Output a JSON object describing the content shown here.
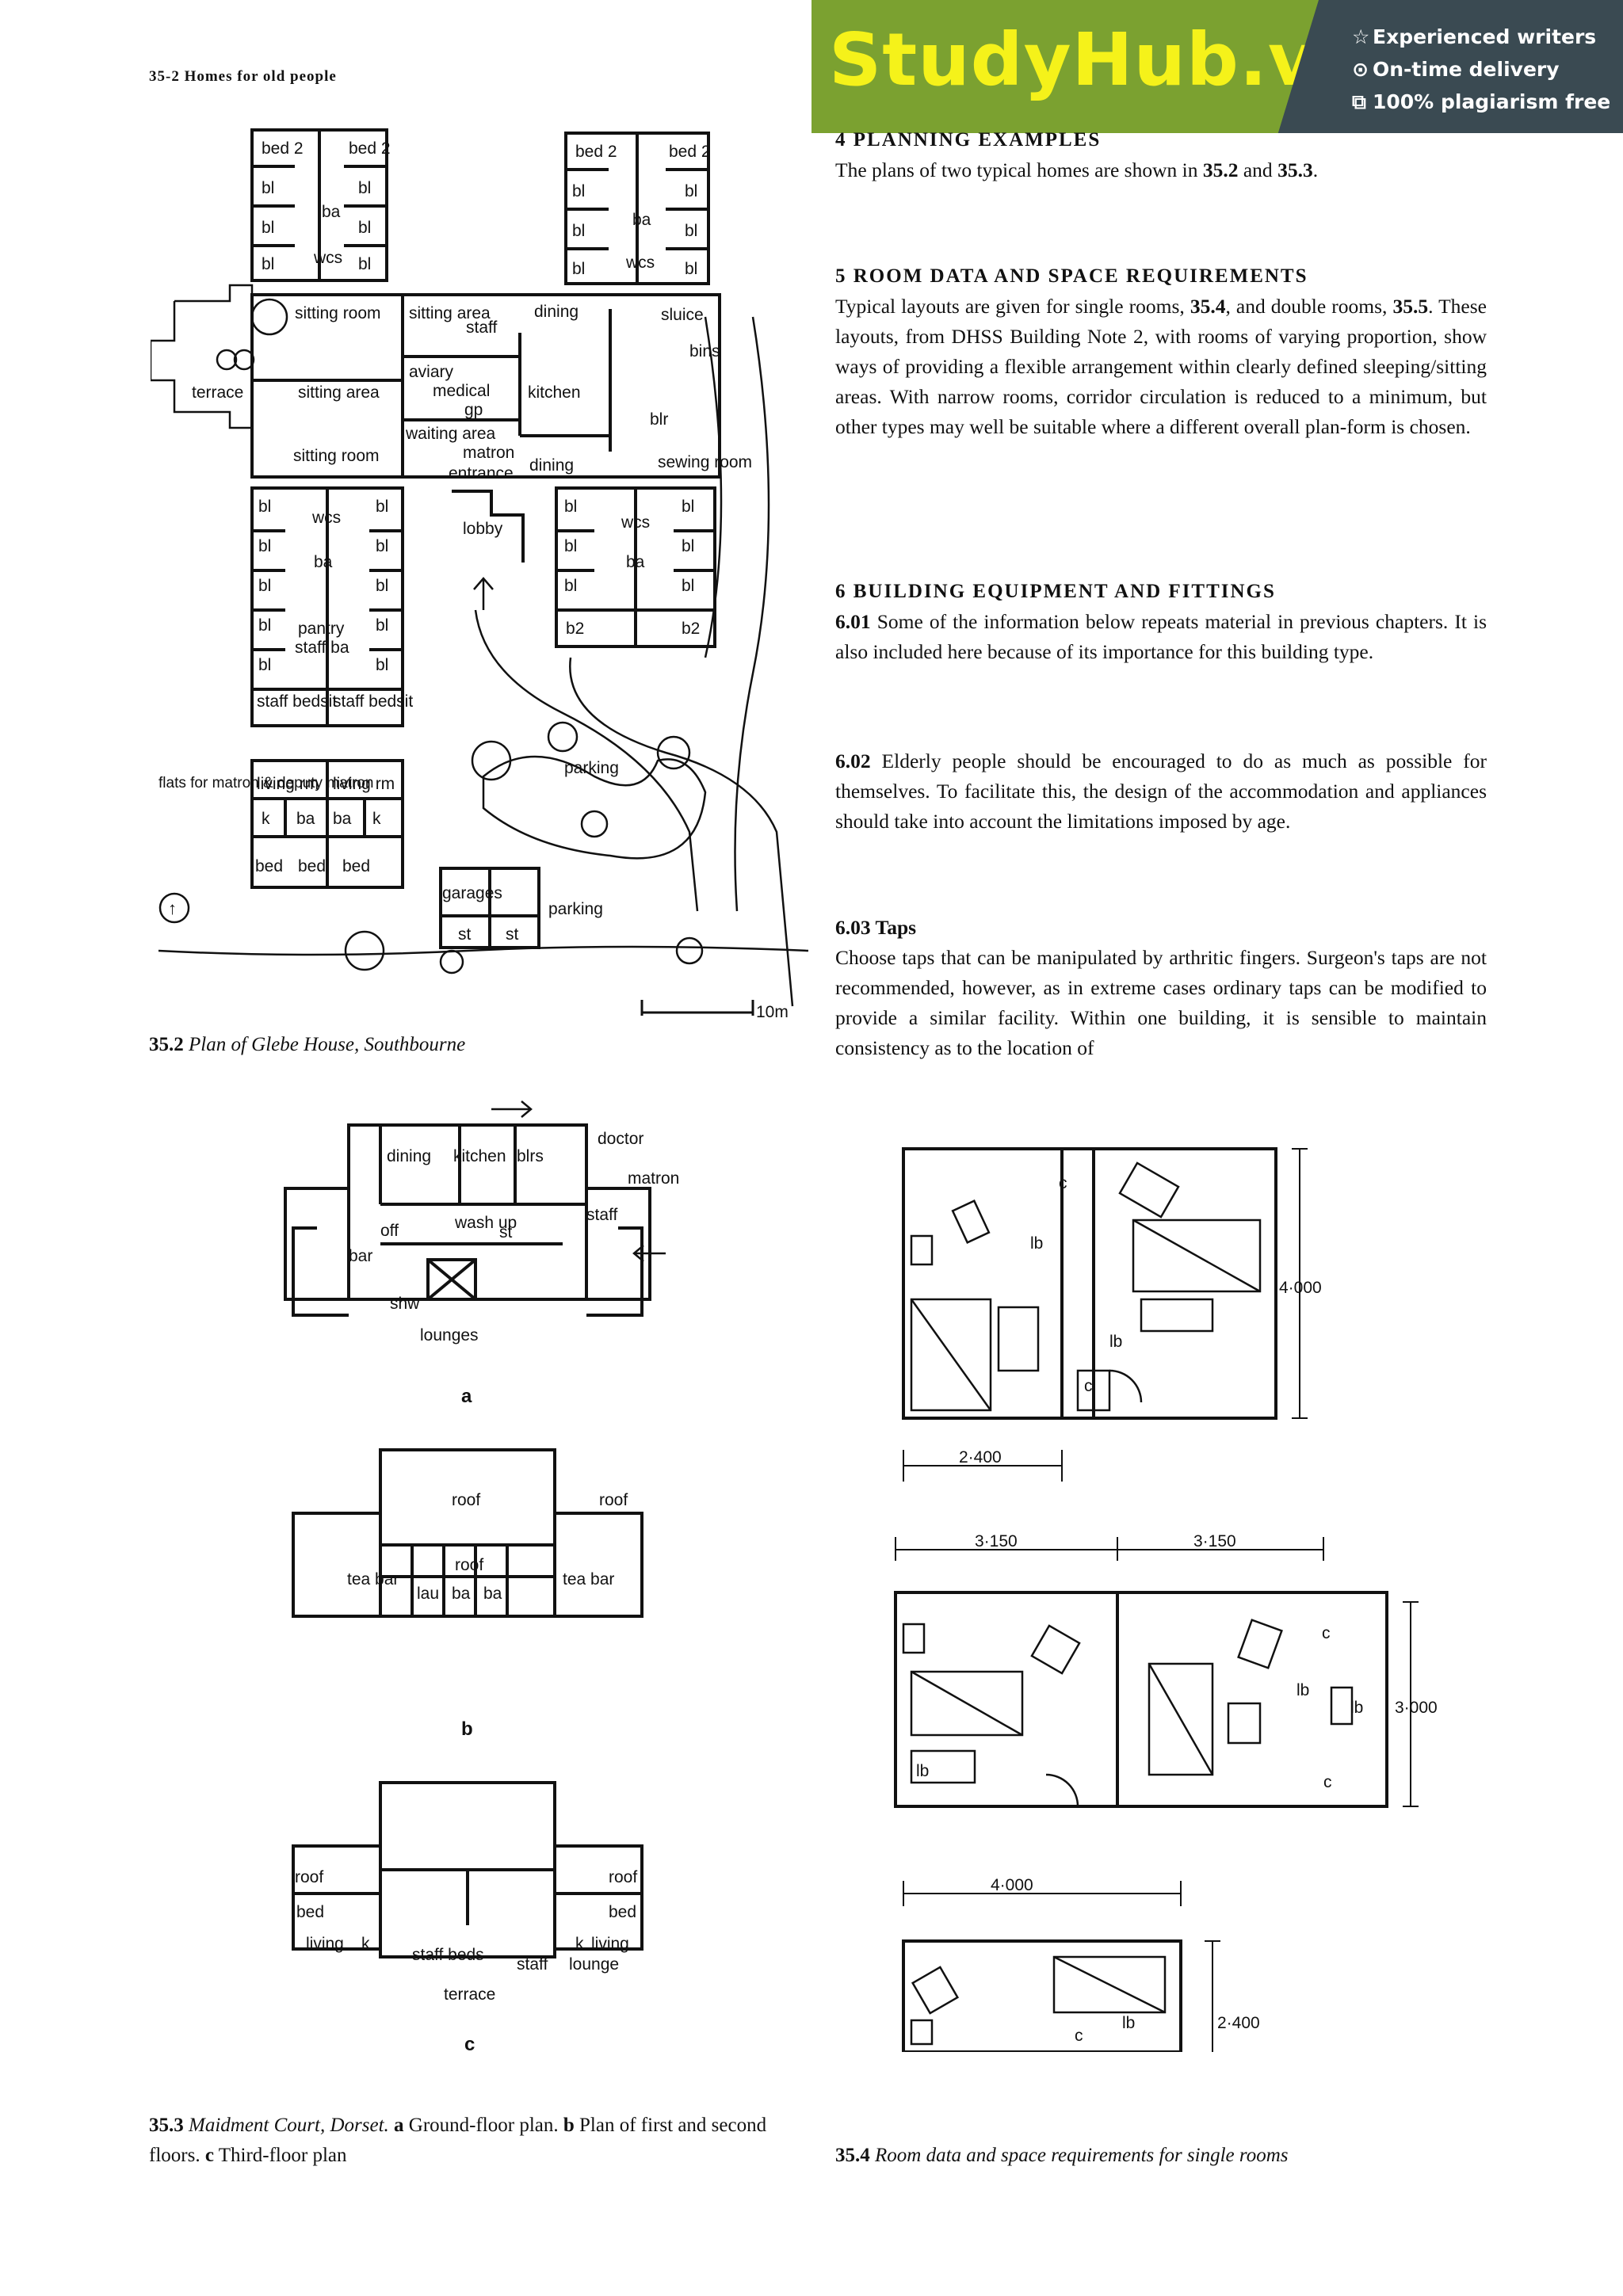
{
  "page_header": "35-2 Homes for old people",
  "banner": {
    "logo": "StudyHub.vip",
    "items": [
      {
        "icon": "star-icon",
        "text": "Experienced writers"
      },
      {
        "icon": "clock-icon",
        "text": "On-time delivery"
      },
      {
        "icon": "copy-icon",
        "text": "100% plagiarism free"
      }
    ]
  },
  "sections": {
    "s4_title": "4 PLANNING EXAMPLES",
    "s4_text_a": "The plans of two typical homes are shown in ",
    "s4_ref1": "35.2",
    "s4_and": " and ",
    "s4_ref2": "35.3",
    "s4_end": ".",
    "s5_title": "5 ROOM DATA AND SPACE REQUIREMENTS",
    "s5_text_a": "Typical layouts are given for single rooms, ",
    "s5_ref1": "35.4",
    "s5_text_b": ", and double rooms, ",
    "s5_ref2": "35.5",
    "s5_text_c": ". These layouts, from DHSS Building Note 2, with rooms of varying proportion, show ways of providing a flexible arrangement within clearly defined sleeping/sitting areas. With narrow rooms, corridor circulation is reduced to a minimum, but other types may well be suitable where a different overall plan-form is chosen.",
    "s6_title": "6 BUILDING EQUIPMENT AND FITTINGS",
    "p601_num": "6.01",
    "p601_text": " Some of the information below repeats material in previous chapters. It is also included here because of its importance for this building type.",
    "p602_num": "6.02",
    "p602_text": " Elderly people should be encouraged to do as much as possible for themselves. To facilitate this, the design of the accommodation and appliances should take into account the limitations imposed by age.",
    "p603_title": "6.03 Taps",
    "p603_text": "Choose taps that can be manipulated by arthritic fingers. Surgeon's taps are not recommended, however, as in extreme cases ordinary taps can be modified to provide a similar facility. Within one building, it is sensible to maintain consistency as to the location of"
  },
  "captions": {
    "fig352_num": "35.2",
    "fig352_text": "Plan of Glebe House, Southbourne",
    "fig353_num": "35.3",
    "fig353_title": "Maidment Court, Dorset.",
    "fig353_a": "a",
    "fig353_a_text": " Ground-floor plan. ",
    "fig353_b": "b",
    "fig353_b_text": " Plan of first and second floors. ",
    "fig353_c": "c",
    "fig353_c_text": " Third-floor plan",
    "fig354_num": "35.4",
    "fig354_text": "Room data and space requirements for single rooms"
  },
  "plan_glebe": {
    "labels": {
      "bed2_1": "bed 2",
      "bed2_2": "bed 2",
      "bed2_3": "bed 2",
      "bed2_4": "bed 2",
      "bl": "bl",
      "ba": "ba",
      "wcs": "wcs",
      "sitting_room": "sitting room",
      "sitting_area_l": "sitting area",
      "terrace": "terrace",
      "sitting_area": "sitting area",
      "staff": "staff",
      "dining": "dining",
      "sluice": "sluice",
      "bins": "bins",
      "aviary": "aviary",
      "medical": "medical",
      "gp": "gp",
      "kitchen": "kitchen",
      "blr": "blr",
      "waiting_area": "waiting area",
      "matron": "matron",
      "entrance": "entrance",
      "dining2": "dining",
      "sewing_room": "sewing room",
      "lobby": "lobby",
      "pantry": "pantry",
      "staff_ba": "staff ba",
      "b2": "b2",
      "staff_bedsit": "staff bedsit",
      "flats": "flats for matron & deputy matron",
      "living_rm": "living rm",
      "k": "k",
      "bed": "bed",
      "parking": "parking",
      "garages": "garages",
      "st": "st",
      "scale": "10m"
    }
  },
  "plan_maidment": {
    "a": {
      "label": "a",
      "dining": "dining",
      "kitchen": "kitchen",
      "blrs": "blrs",
      "doctor": "doctor",
      "matron": "matron",
      "staff": "staff",
      "off": "off",
      "wash_up": "wash up",
      "st": "st",
      "bar": "bar",
      "shw": "shw",
      "lounges": "lounges"
    },
    "b": {
      "label": "b",
      "roof": "roof",
      "tea_bar": "tea bar",
      "lau": "lau",
      "ba": "ba"
    },
    "c": {
      "label": "c",
      "roof": "roof",
      "bed": "bed",
      "living": "living",
      "k": "k",
      "staff_beds": "staff beds",
      "staff": "staff",
      "lounge": "lounge",
      "terrace": "terrace"
    }
  },
  "room_data": {
    "dim_4000_a": "4·000",
    "dim_2400_a": "2·400",
    "dim_3150_a": "3·150",
    "dim_3150_b": "3·150",
    "dim_3000": "3·000",
    "dim_4000_b": "4·000",
    "dim_2400_b": "2·400",
    "lb": "lb",
    "c": "c"
  }
}
